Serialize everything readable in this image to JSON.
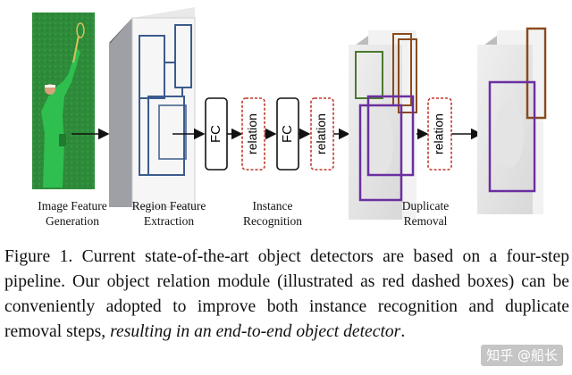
{
  "figure": {
    "stages": [
      {
        "label": "Image Feature\nGeneration"
      },
      {
        "label": "Region Feature\nExtraction"
      },
      {
        "label": "Instance\nRecognition"
      },
      {
        "label": "Duplicate\nRemoval"
      }
    ],
    "blocks": {
      "fc_1": "FC",
      "relation_1": "relation",
      "fc_2": "FC",
      "relation_2": "relation",
      "relation_3": "relation"
    },
    "colors": {
      "relation_border": "#c0392b",
      "fc_border": "#111111",
      "arrow": "#111111",
      "roi_blue": "#3b5b8c",
      "box_purple": "#6a2fa0",
      "box_brown": "#8a4a1e",
      "box_green": "#4b7a2e",
      "photo_green": "#2e8b3a"
    }
  },
  "caption": {
    "prefix": "Figure 1. Current state-of-the-art object detectors are based on a four-step pipeline. Our object relation module (illustrated as red dashed boxes) can be conveniently adopted to improve both instance recognition and duplicate removal steps, ",
    "emphasis": "resulting in an end-to-end object detector",
    "suffix": "."
  },
  "watermark": {
    "text": "知乎 @船长"
  }
}
